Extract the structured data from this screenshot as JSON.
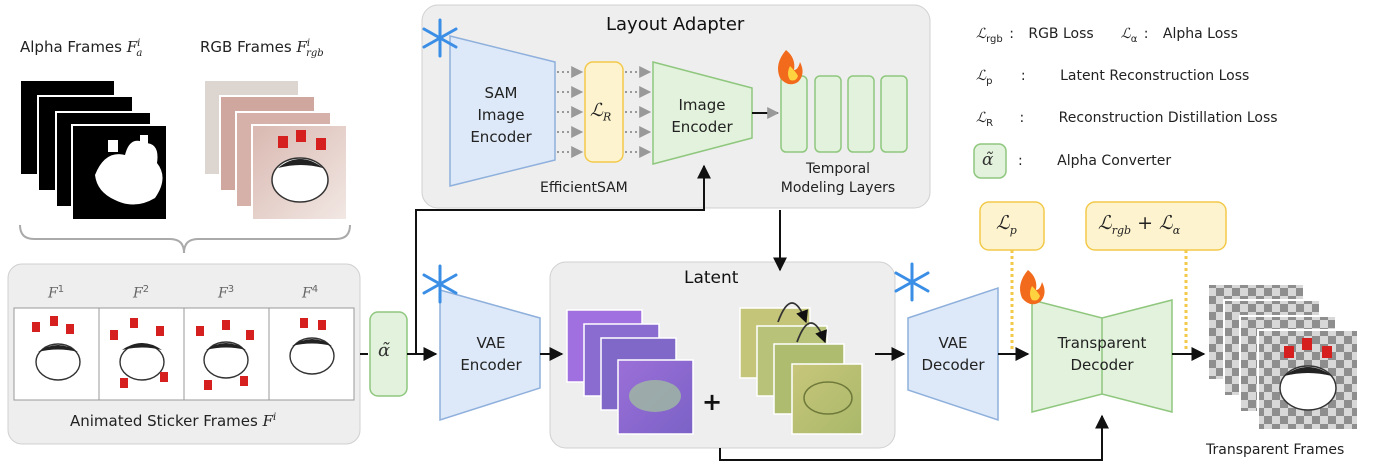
{
  "diagram": {
    "top_left": {
      "alpha_frames_label": "Alpha Frames",
      "alpha_frames_symbol": "F",
      "alpha_frames_sup": "i",
      "alpha_frames_sub": "a",
      "rgb_frames_label": "RGB Frames",
      "rgb_frames_symbol": "F",
      "rgb_frames_sup": "i",
      "rgb_frames_sub": "rgb"
    },
    "sticker_panel": {
      "frame_symbol": "F",
      "frame_labels": [
        "1",
        "2",
        "3",
        "4"
      ],
      "caption": "Animated Sticker Frames",
      "caption_symbol": "F",
      "caption_sup": "i"
    },
    "alpha_converter_symbol": "α̃",
    "layout_adapter": {
      "title": "Layout Adapter",
      "sam_line1": "SAM",
      "sam_line2": "Image",
      "sam_line3": "Encoder",
      "loss_symbol": "ℒ",
      "loss_sub": "R",
      "image_encoder_line1": "Image",
      "image_encoder_line2": "Encoder",
      "efficientsam_label": "EfficientSAM",
      "temporal_line1": "Temporal",
      "temporal_line2": "Modeling Layers"
    },
    "vae_encoder_line1": "VAE",
    "vae_encoder_line2": "Encoder",
    "latent": {
      "title": "Latent",
      "plus": "+"
    },
    "vae_decoder_line1": "VAE",
    "vae_decoder_line2": "Decoder",
    "transparent_decoder_line1": "Transparent",
    "transparent_decoder_line2": "Decoder",
    "loss_p_symbol": "ℒ",
    "loss_p_sub": "p",
    "loss_rgb_symbol": "ℒ",
    "loss_rgb_sub": "rgb",
    "loss_plus": "+",
    "loss_alpha_symbol": "ℒ",
    "loss_alpha_sub": "α",
    "transparent_frames_label": "Transparent Frames",
    "legend": {
      "rgb_symbol": "ℒ",
      "rgb_sub": "rgb",
      "rgb_desc": "RGB Loss",
      "alpha_symbol": "ℒ",
      "alpha_sub": "α",
      "alpha_desc": "Alpha Loss",
      "p_symbol": "ℒ",
      "p_sub": "p",
      "p_desc": "Latent Reconstruction Loss",
      "r_symbol": "ℒ",
      "r_sub": "R",
      "r_desc": "Reconstruction Distillation Loss",
      "converter_symbol": "α̃",
      "converter_desc": "Alpha Converter",
      "colon": ":"
    },
    "colors": {
      "encoder_fill": "#dde9f8",
      "encoder_stroke": "#8fb0dc",
      "green_fill": "#e2f2dc",
      "green_stroke": "#8fc77e",
      "loss_fill": "#fdf4cf",
      "loss_stroke": "#f3c94a",
      "panel_fill": "#eeeeee",
      "panel_stroke": "#cfcfcf"
    }
  }
}
